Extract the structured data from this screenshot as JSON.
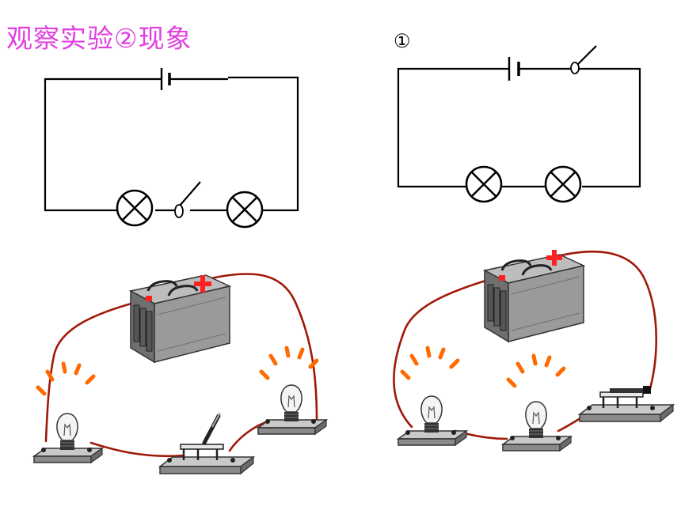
{
  "title": "观察实验②现象",
  "circuit_label": "①",
  "colors": {
    "title": "#e040e0",
    "wire": "#a01808",
    "battery_body": "#8e8e8e",
    "plus_terminal": "#ff2020",
    "glow": "#ff6a00"
  },
  "diagrams": [
    {
      "name": "left-schematic",
      "components": [
        "battery",
        "lamp",
        "switch",
        "lamp"
      ],
      "switch_state": "open"
    },
    {
      "name": "right-schematic",
      "components": [
        "battery",
        "switch",
        "lamp",
        "lamp"
      ],
      "switch_state": "open"
    }
  ],
  "illustrations": [
    {
      "name": "left-physical-circuit",
      "components": [
        "battery",
        "bulb",
        "knife-switch",
        "bulb"
      ],
      "bulbs_lit": true
    },
    {
      "name": "right-physical-circuit",
      "components": [
        "battery",
        "bulb",
        "bulb",
        "knife-switch"
      ],
      "bulbs_lit": true
    }
  ]
}
